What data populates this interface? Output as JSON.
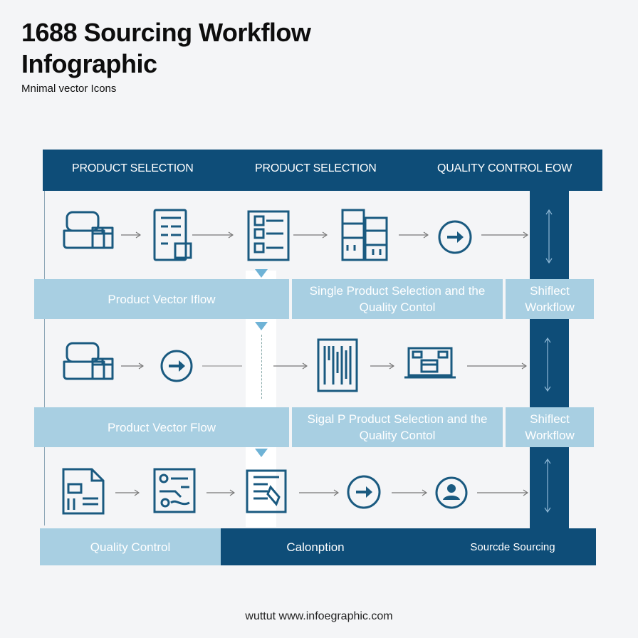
{
  "title": "1688 Sourcing Workflow Infographic",
  "subtitle": "Mnimal vector Icons",
  "header": {
    "col1": "PRODUCT SELECTION",
    "col2": "PRODUCT SELECTION",
    "col3": "QUALITY CONTROL EOW"
  },
  "band1": {
    "left": "Product Vector Iflow",
    "center": "Single Product Selection and the Quality Contol",
    "right": "Shiflect Workflow"
  },
  "band2": {
    "left": "Product Vector Flow",
    "center": "Sigal P Product Selection and the Quality Contol",
    "right": "Shiflect Workflow"
  },
  "footer": {
    "left": "Quality Control",
    "center": "Calonption",
    "right": "Sourcde Sourcing"
  },
  "website": "wuttut www.infoegraphic.com",
  "colors": {
    "navy": "#0e4d78",
    "light_blue": "#a8cfe2",
    "icon": "#1a5a80",
    "background": "#f4f5f7"
  },
  "icons": {
    "row1": [
      "laptop-box-icon",
      "document-list-icon",
      "form-checklist-icon",
      "server-cabinet-icon",
      "arrow-circle-icon"
    ],
    "row2": [
      "laptop-box-icon",
      "arrow-circle-icon",
      "barcode-sheet-icon",
      "laptop-package-icon"
    ],
    "row3": [
      "file-document-icon",
      "workflow-board-icon",
      "checklist-pen-icon",
      "arrow-circle-icon",
      "inspector-circle-icon"
    ]
  }
}
